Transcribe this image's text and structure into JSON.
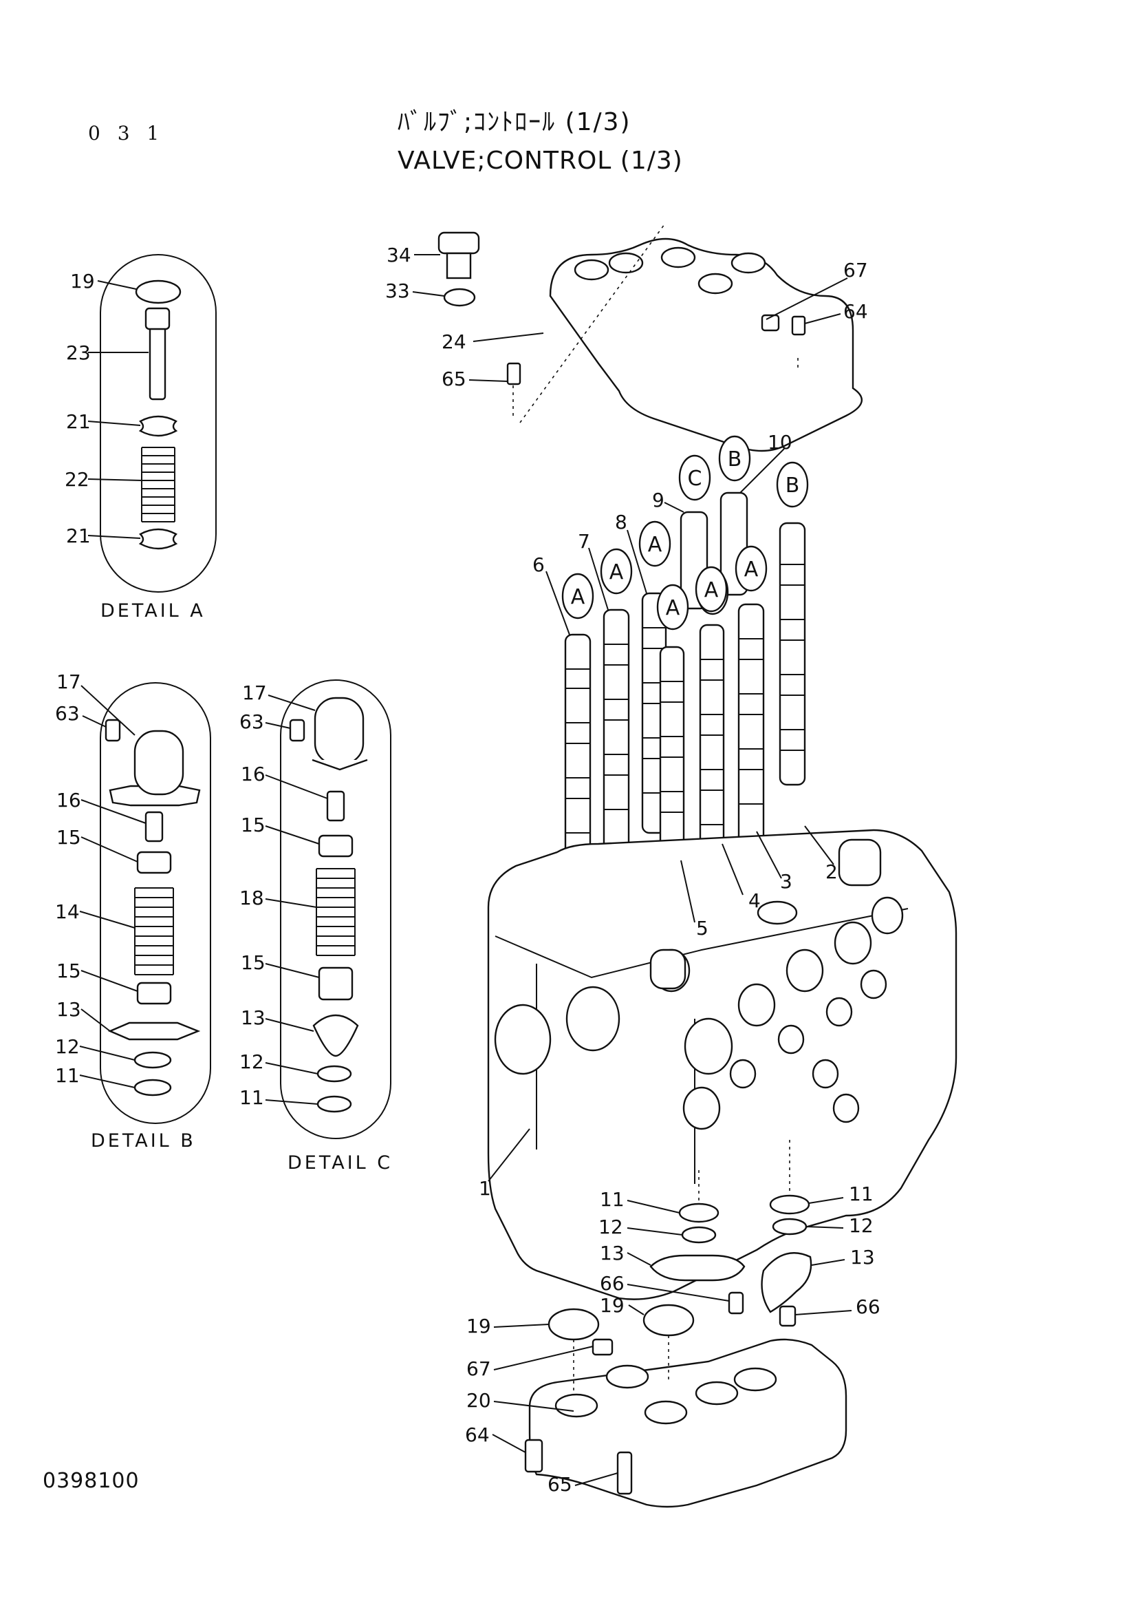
{
  "page": {
    "page_number": "0 3 1",
    "title_jp": "ﾊﾞﾙﾌﾞ;ｺﾝﾄﾛｰﾙ (1/3)",
    "title_en": "VALVE;CONTROL (1/3)",
    "drawing_number": "0398100"
  },
  "details": {
    "a": "DETAIL A",
    "b": "DETAIL B",
    "c": "DETAIL C"
  },
  "spool_bubbles": [
    "A",
    "A",
    "A",
    "A",
    "A",
    "A",
    "A",
    "C",
    "B",
    "B"
  ],
  "callouts": {
    "detail_a": [
      "19",
      "23",
      "21",
      "22",
      "21"
    ],
    "detail_b": [
      "17",
      "63",
      "16",
      "15",
      "14",
      "15",
      "13",
      "12",
      "11"
    ],
    "detail_c": [
      "17",
      "63",
      "16",
      "15",
      "18",
      "15",
      "13",
      "12",
      "11"
    ],
    "top_cover": [
      "34",
      "33",
      "24",
      "65",
      "67",
      "64"
    ],
    "spools": [
      "6",
      "7",
      "8",
      "9",
      "10",
      "2",
      "3",
      "4",
      "5"
    ],
    "body": [
      "1"
    ],
    "bottom_left": [
      "11",
      "12",
      "13",
      "66",
      "19",
      "19",
      "67",
      "20",
      "64",
      "65"
    ],
    "bottom_right": [
      "11",
      "12",
      "13",
      "66"
    ]
  }
}
